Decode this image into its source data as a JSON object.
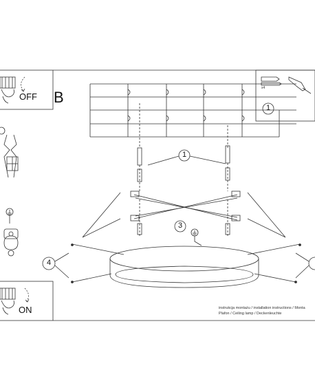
{
  "section_label": "B",
  "switch_off_label": "OFF",
  "switch_on_label": "ON",
  "callouts": {
    "one_top": "1",
    "one_mid": "1",
    "three": "3",
    "four": "4"
  },
  "accessory_qty": "x4",
  "caption": {
    "line1": "instrukcja montażu / installation instructions / Monta",
    "line2": "Plafon / Ceiling lamp / Deckenleuchte"
  },
  "icons": [
    "power-switch-icon",
    "rotate-arrow-icon",
    "wiring-terminal-icon",
    "earth-ground-icon",
    "drill-icon",
    "wall-plug-icon",
    "screw-icon"
  ],
  "colors": {
    "line": "#333333",
    "ink": "#111111",
    "background": "#ffffff"
  }
}
